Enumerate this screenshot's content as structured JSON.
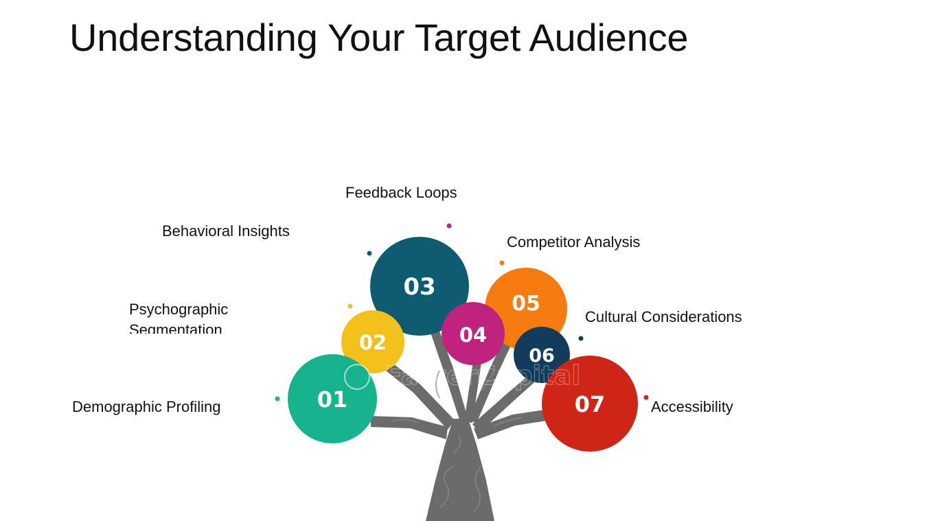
{
  "slide": {
    "title": "Understanding Your Target Audience"
  },
  "diagram": {
    "trunk_color": "#6b6b6b",
    "watermark_text": "FasterCapital",
    "nodes": [
      {
        "number": "01",
        "label": "Demographic Profiling",
        "color": "#17b38f"
      },
      {
        "number": "02",
        "label": "Psychographic Segmentation",
        "label_line1": "Psychographic",
        "label_line2": "Segmentation",
        "color": "#f4c01c"
      },
      {
        "number": "03",
        "label": "Behavioral Insights",
        "color": "#0e5b72"
      },
      {
        "number": "04",
        "label": "Feedback Loops",
        "color": "#c0237e"
      },
      {
        "number": "05",
        "label": "Competitor Analysis",
        "color": "#f77b0e"
      },
      {
        "number": "06",
        "label": "Cultural Considerations",
        "color": "#113c5c"
      },
      {
        "number": "07",
        "label": "Accessibility",
        "color": "#cf2517"
      }
    ]
  }
}
